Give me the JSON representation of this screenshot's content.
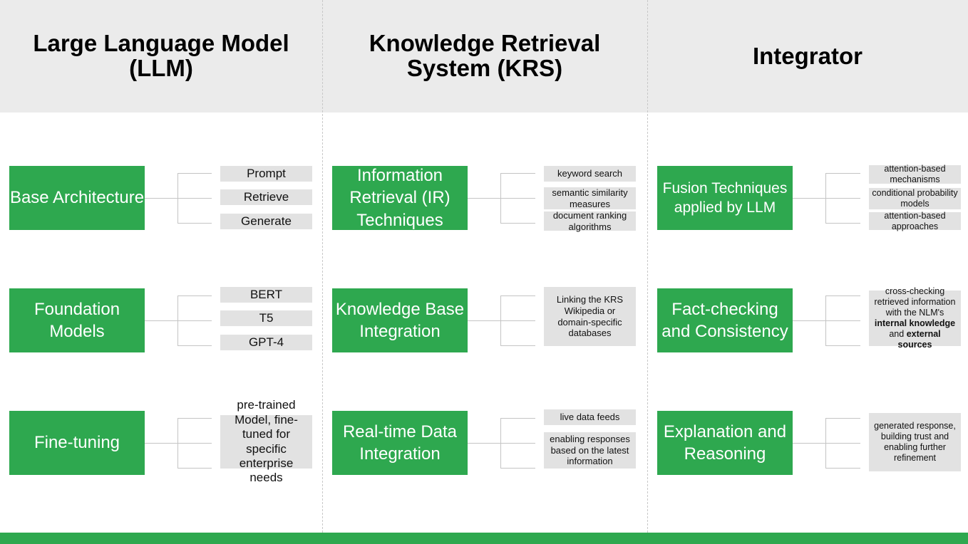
{
  "colors": {
    "accent": "#2ea84f",
    "header_bg": "#ebebeb",
    "item_bg": "#e2e2e2"
  },
  "columns": [
    {
      "title": "Large Language Model (LLM)",
      "groups": [
        {
          "label": "Base Architecture",
          "items": [
            {
              "text": "Prompt"
            },
            {
              "text": "Retrieve"
            },
            {
              "text": "Generate"
            }
          ]
        },
        {
          "label": "Foundation Models",
          "items": [
            {
              "text": "BERT"
            },
            {
              "text": "T5"
            },
            {
              "text": "GPT-4"
            }
          ]
        },
        {
          "label": "Fine-tuning",
          "items": [
            {
              "text": "pre-trained Model,  fine-tuned for specific enterprise needs"
            }
          ]
        }
      ]
    },
    {
      "title": "Knowledge Retrieval System (KRS)",
      "groups": [
        {
          "label": "Information Retrieval (IR) Techniques",
          "items": [
            {
              "text": "keyword search"
            },
            {
              "text": "semantic similarity measures"
            },
            {
              "text": "document ranking algorithms"
            }
          ]
        },
        {
          "label": "Knowledge Base Integration",
          "items": [
            {
              "text": "Linking the KRS Wikipedia or domain-specific databases"
            }
          ]
        },
        {
          "label": "Real-time Data Integration",
          "items": [
            {
              "text": "live data feeds"
            },
            {
              "text": "enabling responses based on the latest information"
            }
          ]
        }
      ]
    },
    {
      "title": "Integrator",
      "groups": [
        {
          "label": "Fusion Techniques applied by LLM",
          "items": [
            {
              "text": "attention-based mechanisms"
            },
            {
              "text": "conditional probability models"
            },
            {
              "text": "attention-based approaches"
            }
          ]
        },
        {
          "label": "Fact-checking and Consistency",
          "items": [
            {
              "segments": [
                {
                  "t": "cross-checking retrieved information with the NLM's ",
                  "b": false
                },
                {
                  "t": "internal knowledge",
                  "b": true
                },
                {
                  "t": " and ",
                  "b": false
                },
                {
                  "t": "external sources",
                  "b": true
                }
              ]
            }
          ]
        },
        {
          "label": "Explanation and Reasoning",
          "items": [
            {
              "text": "generated response, building trust and enabling further refinement"
            }
          ]
        }
      ]
    }
  ]
}
